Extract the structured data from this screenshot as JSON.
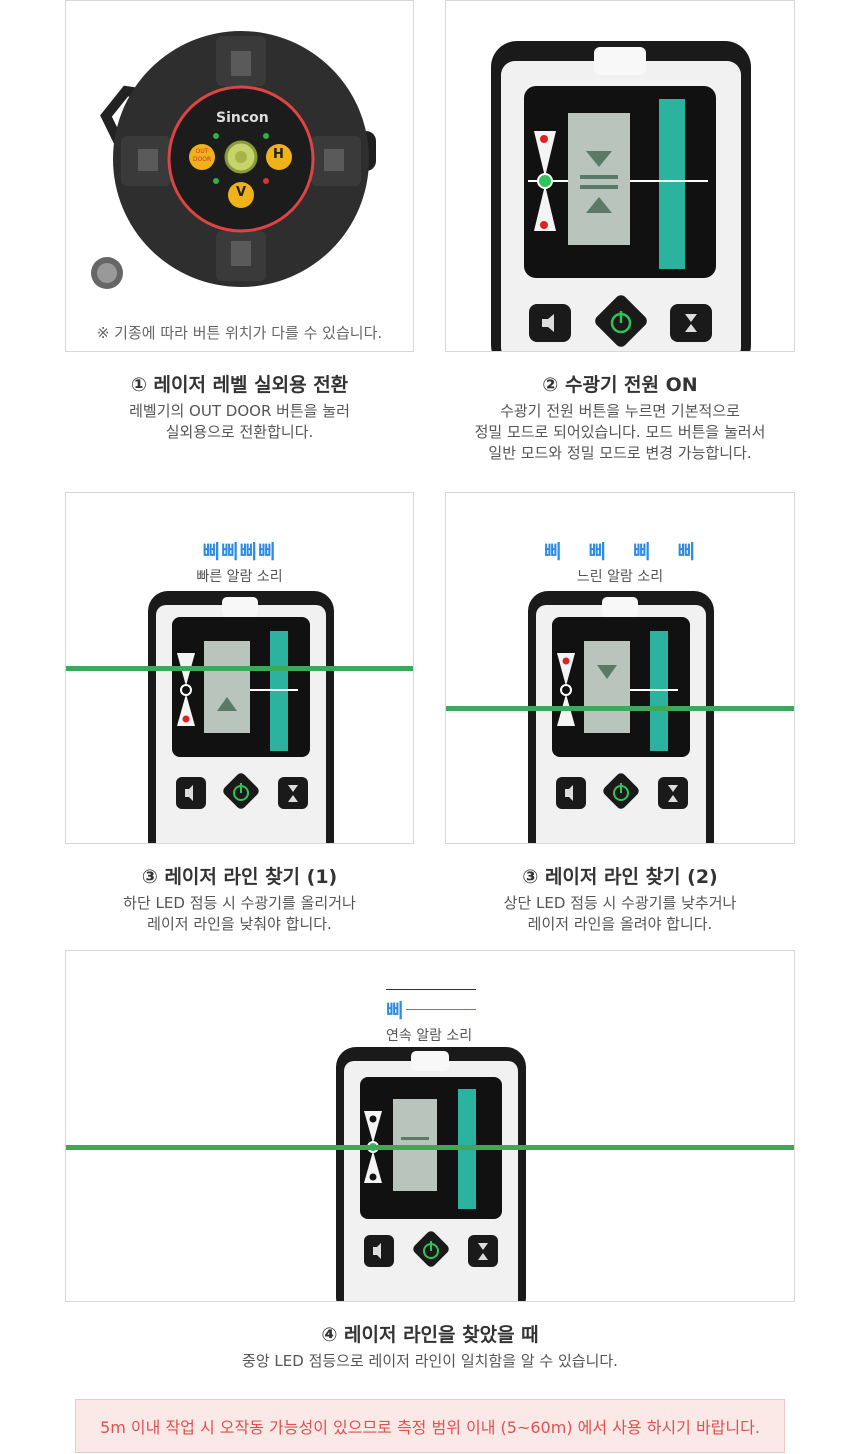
{
  "panels": {
    "p1": {
      "note": "※ 기종에 따라 버튼 위치가 다를 수 있습니다.",
      "brand": "Sincon",
      "out_label": "OUT\nDOOR",
      "h_label": "H",
      "v_label": "V"
    },
    "p3": {
      "beep": "삐삐삐삐",
      "alarm": "빠른 알람 소리"
    },
    "p4": {
      "beep_units": [
        "삐",
        "삐",
        "삐",
        "삐"
      ],
      "alarm": "느린 알람 소리"
    },
    "p5": {
      "beep": "삐",
      "alarm": "연속 알람 소리"
    }
  },
  "captions": [
    {
      "title": "① 레이저 레벨 실외용 전환",
      "lines": [
        "레벨기의 OUT DOOR 버튼을 눌러",
        "실외용으로 전환합니다."
      ]
    },
    {
      "title": "② 수광기 전원 ON",
      "lines": [
        "수광기 전원 버튼을 누르면 기본적으로",
        "정밀 모드로 되어있습니다. 모드 버튼을 눌러서",
        "일반 모드와 정밀 모드로 변경 가능합니다."
      ]
    },
    {
      "title": "③ 레이저 라인 찾기 (1)",
      "lines": [
        "하단 LED 점등 시 수광기를 올리거나",
        "레이저 라인을 낮춰야 합니다."
      ]
    },
    {
      "title": "③ 레이저 라인 찾기 (2)",
      "lines": [
        "상단 LED 점등 시 수광기를 낮추거나",
        "레이저 라인을 올려야 합니다."
      ]
    },
    {
      "title": "④ 레이저 라인을 찾았을 때",
      "lines": [
        "중앙 LED 점등으로 레이저 라인이 일치함을 알 수 있습니다."
      ]
    }
  ],
  "warning": "5m 이내 작업 시 오작동 가능성이 있으므로 측정 범위 이내 (5~60m) 에서 사용 하시기 바랍니다.",
  "colors": {
    "laser": "#3ea75a",
    "beep": "#2e8be3",
    "warning_text": "#e05050",
    "warning_bg": "#fbe9e8"
  }
}
